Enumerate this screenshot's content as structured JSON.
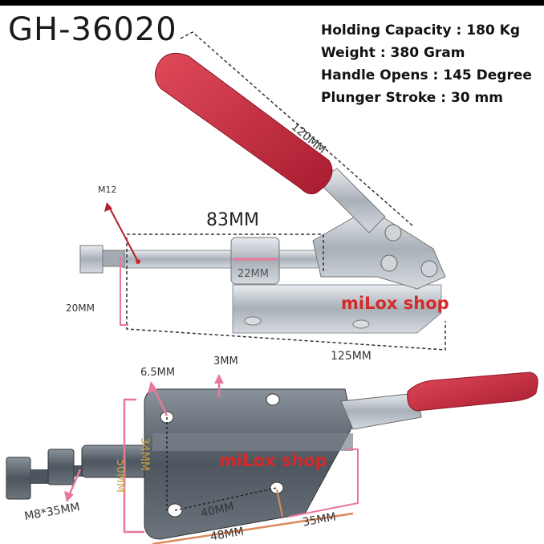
{
  "product": {
    "model": "GH-36020",
    "specs": [
      {
        "label": "Holding Capacity",
        "value": "180 Kg",
        "text": "Holding Capacity : 180 Kg"
      },
      {
        "label": "Weight",
        "value": "380 Gram",
        "text": "Weight : 380 Gram"
      },
      {
        "label": "Handle Opens",
        "value": "145 Degree",
        "text": "Handle Opens : 145 Degree"
      },
      {
        "label": "Plunger Stroke",
        "value": "30 mm",
        "text": "Plunger Stroke : 30 mm"
      }
    ]
  },
  "top_view": {
    "dimensions": {
      "handle_length": "120MM",
      "thread": "M12",
      "plunger_length": "83MM",
      "bushing": "22MM",
      "height": "20MM",
      "base_length": "125MM"
    },
    "watermark": "miLox shop"
  },
  "bottom_view": {
    "dimensions": {
      "hole_dia": "6.5MM",
      "thickness": "3MM",
      "hole_spacing_v": "34MM",
      "width": "50MM",
      "bolt": "M8*35MM",
      "hole_spacing_h": "40MM",
      "base_width": "48MM",
      "offset": "35MM"
    },
    "watermark": "miLox shop"
  },
  "colors": {
    "handle_red": "#c0243a",
    "metal": "#b8bec6",
    "dark_metal": "#5d6670",
    "annotation_pink": "#e8789a",
    "annotation_orange": "#e08a5a",
    "watermark_red": "#d42a2a"
  }
}
